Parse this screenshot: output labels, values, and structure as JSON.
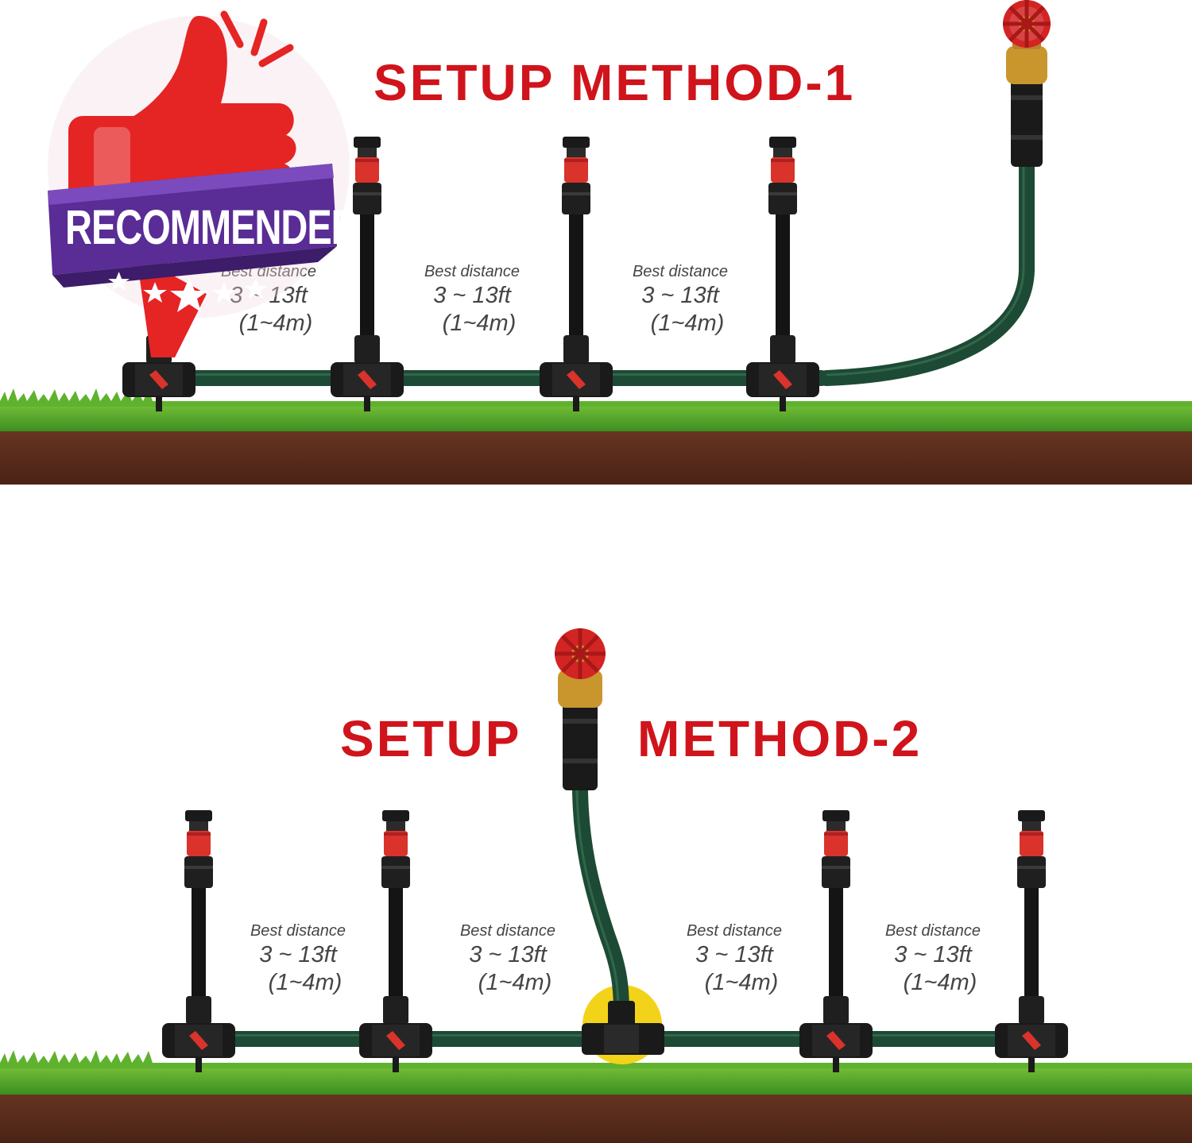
{
  "method1": {
    "title": "SETUP METHOD-1",
    "distances": [
      {
        "label": "Best distance",
        "range": "3 ~ 13ft",
        "metric": "(1~4m)"
      },
      {
        "label": "Best distance",
        "range": "3 ~ 13ft",
        "metric": "(1~4m)"
      },
      {
        "label": "Best distance",
        "range": "3 ~ 13ft",
        "metric": "(1~4m)"
      }
    ],
    "sprinkler_count": 4
  },
  "method2": {
    "title_left": "SETUP",
    "title_right": "METHOD-2",
    "distances": [
      {
        "label": "Best distance",
        "range": "3 ~ 13ft",
        "metric": "(1~4m)"
      },
      {
        "label": "Best distance",
        "range": "3 ~ 13ft",
        "metric": "(1~4m)"
      },
      {
        "label": "Best distance",
        "range": "3 ~ 13ft",
        "metric": "(1~4m)"
      },
      {
        "label": "Best distance",
        "range": "3 ~ 13ft",
        "metric": "(1~4m)"
      }
    ],
    "sprinkler_count": 4
  },
  "badge": {
    "text": "RECOMMENDED",
    "stars": 5
  },
  "colors": {
    "title_red": "#d0141c",
    "hose_green": "#1d4a34",
    "grass": "#4aa52a",
    "soil": "#5b2e1c",
    "badge_red": "#e52424",
    "badge_purple": "#5a2c95",
    "tee_highlight": "#f3d21a"
  }
}
